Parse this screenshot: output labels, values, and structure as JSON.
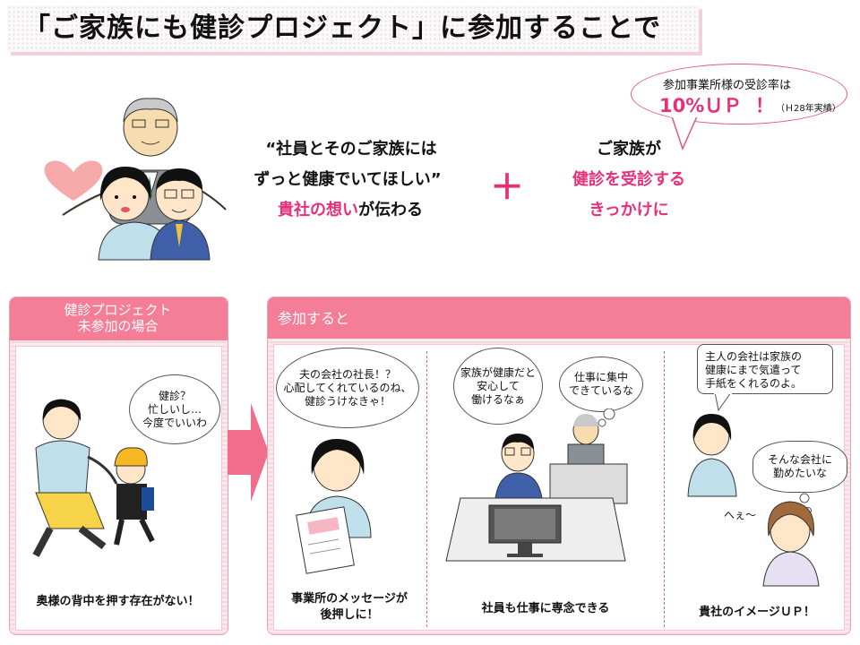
{
  "title": "「ご家族にも健診プロジェクト」に参加することで",
  "rate": {
    "line1": "参加事業所様の受診率は",
    "up": "10%ＵＰ",
    "bang": "！",
    "note": "（Ｈ28年実績）"
  },
  "message_left": {
    "line1": "“社員とそのご家族には",
    "line2": "ずっと健康でいてほしい”",
    "line3_pink": "貴社の想い",
    "line3_rest": "が伝わる"
  },
  "plus": "＋",
  "message_right": {
    "line1": "ご家族が",
    "line2": "健診を受診する",
    "line3": "きっかけに"
  },
  "panel_left": {
    "header_line1": "健診プロジェクト",
    "header_line2": "未参加の場合",
    "bubble_line1": "健診？",
    "bubble_line2": "忙しいし…",
    "bubble_line3": "今度でいいわ",
    "caption": "奥様の背中を押す存在がない！"
  },
  "panel_right": {
    "header": "参加すると",
    "col1": {
      "bubble_line1": "夫の会社の社長！？",
      "bubble_line2": "心配してくれているのね、",
      "bubble_line3": "健診うけなきゃ！",
      "caption_line1": "事業所のメッセージが",
      "caption_line2": "後押しに！"
    },
    "col2": {
      "bubble_a_line1": "家族が健康だと",
      "bubble_a_line2": "安心して",
      "bubble_a_line3": "働けるなぁ",
      "bubble_b_line1": "仕事に集中",
      "bubble_b_line2": "できているな",
      "caption": "社員も仕事に専念できる"
    },
    "col3": {
      "box_line1": "主人の会社は家族の",
      "box_line2": "健康にまで気遣って",
      "box_line3": "手紙をくれるのよ。",
      "cloud_line1": "そんな会社に",
      "cloud_line2": "勤めたいな",
      "hee": "へぇ～",
      "caption": "貴社のイメージＵＰ！"
    }
  },
  "colors": {
    "accent_pink": "#e8307a",
    "panel_header": "#f47d97",
    "arrow": "#f06d8c"
  }
}
